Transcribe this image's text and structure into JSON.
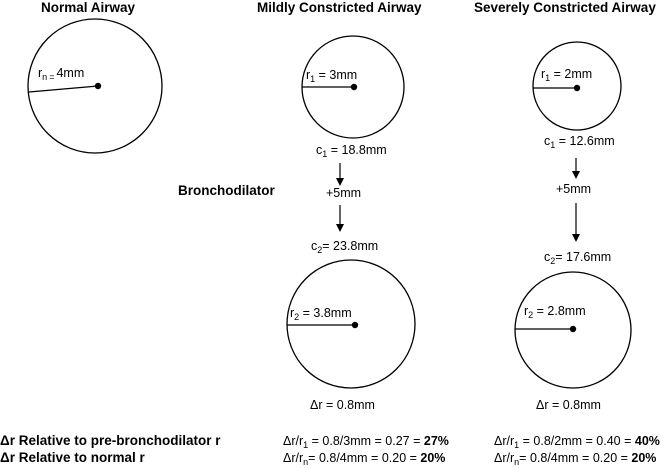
{
  "headers": {
    "normal": "Normal Airway",
    "mild": "Mildly Constricted Airway",
    "severe": "Severely Constricted Airway"
  },
  "normal": {
    "radius_var": "r",
    "radius_sub": "n",
    "radius_eq": "=",
    "radius_value": "4mm"
  },
  "mild": {
    "r1_var": "r",
    "r1_sub": "1",
    "r1_rest": " = 3mm",
    "c1_var": "c",
    "c1_sub": "1",
    "c1_rest": " = 18.8mm",
    "add": "+5mm",
    "c2_var": "c",
    "c2_sub": "2",
    "c2_rest": "= 23.8mm",
    "r2_var": "r",
    "r2_sub": "2",
    "r2_rest": " = 3.8mm",
    "delta": "Δr = 0.8mm",
    "rel_pre_lhs": "Δr/r",
    "rel_pre_sub": "1",
    "rel_pre_mid": " = 0.8/3mm = 0.27 = ",
    "rel_pre_pct": "27%",
    "rel_norm_lhs": "Δr/r",
    "rel_norm_sub": "n",
    "rel_norm_mid": "= 0.8/4mm = 0.20  = ",
    "rel_norm_pct": "20%"
  },
  "severe": {
    "r1_var": "r",
    "r1_sub": "1",
    "r1_rest": " = 2mm",
    "c1_var": "c",
    "c1_sub": "1",
    "c1_rest": " = 12.6mm",
    "add": "+5mm",
    "c2_var": "c",
    "c2_sub": "2",
    "c2_rest": "= 17.6mm",
    "r2_var": "r",
    "r2_sub": "2",
    "r2_rest": " = 2.8mm",
    "delta": "Δr = 0.8mm",
    "rel_pre_lhs": "Δr/r",
    "rel_pre_sub": "1",
    "rel_pre_mid": " = 0.8/2mm = 0.40 = ",
    "rel_pre_pct": "40%",
    "rel_norm_lhs": "Δr/r",
    "rel_norm_sub": "n",
    "rel_norm_mid": "= 0.8/4mm = 0.20 = ",
    "rel_norm_pct": "20%"
  },
  "bronchodilator": "Bronchodilator",
  "rows": {
    "pre": "Δr Relative to pre-bronchodilator r",
    "normal": "Δr Relative to normal r"
  }
}
